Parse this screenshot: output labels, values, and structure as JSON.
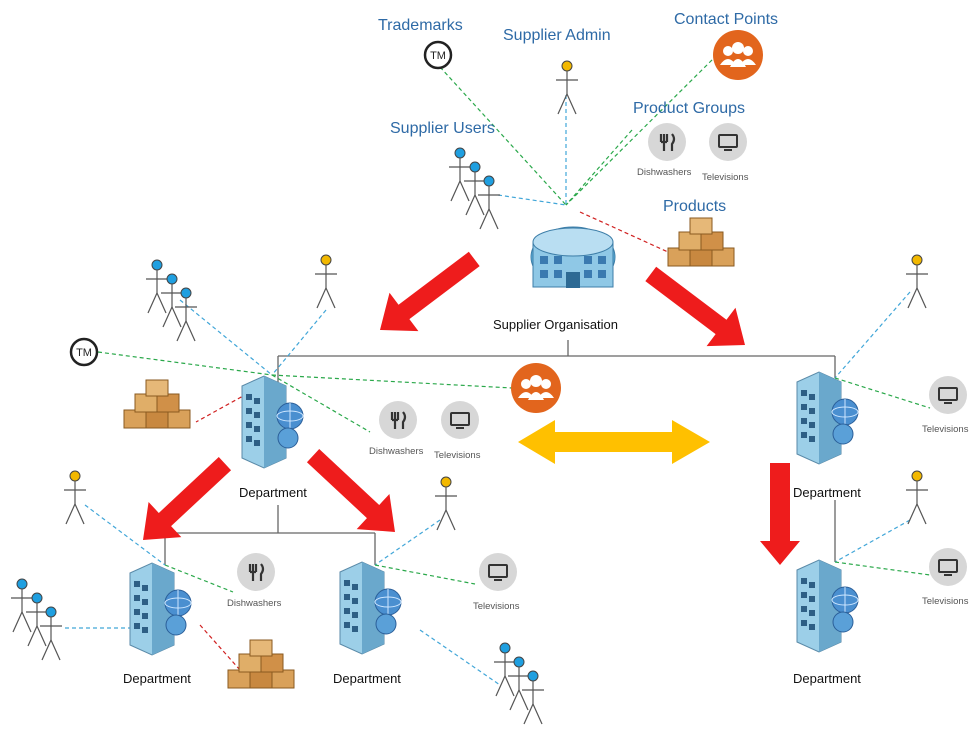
{
  "labels": {
    "trademarks": "Trademarks",
    "supplier_admin": "Supplier  Admin",
    "contact_points": "Contact Points",
    "product_groups": "Product Groups",
    "supplier_users": "Supplier  Users",
    "products": "Products",
    "supplier_organisation": "Supplier Organisation",
    "department": "Department",
    "dishwashers": "Dishwashers",
    "televisions": "Televisions",
    "tm": "TM"
  },
  "colors": {
    "label_blue": "#2e6aa6",
    "arrow_red": "#ee1c1c",
    "arrow_yellow": "#ffc000",
    "contact_orange": "#e2651d",
    "link_green": "#2aa84a",
    "link_blue": "#41a6d8",
    "link_red": "#d02020",
    "person_admin": "#f2b800",
    "person_user": "#1f9fe0"
  },
  "icons": [
    "trademark-icon",
    "admin-person-icon",
    "user-group-icon",
    "contact-points-icon",
    "dishwasher-icon",
    "television-icon",
    "products-boxes-icon",
    "organisation-building-icon",
    "department-building-icon"
  ]
}
